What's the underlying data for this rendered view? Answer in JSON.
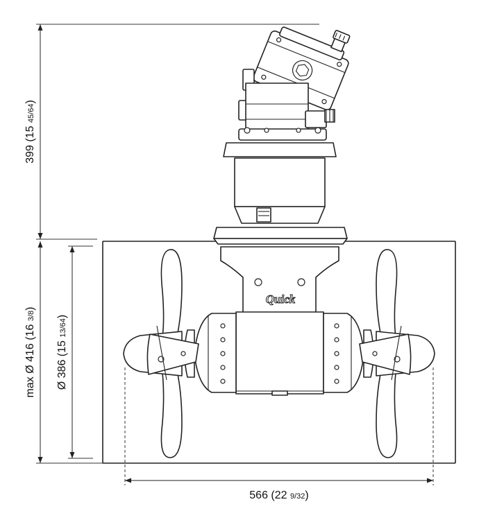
{
  "dimensions": {
    "height_total": {
      "main": "399 (15 ",
      "frac": "45/64",
      "close": ")"
    },
    "max_diameter": {
      "main": "max Ø 416 (16 ",
      "frac": "3/8",
      "close": ")"
    },
    "tunnel_diameter": {
      "main": "Ø 386 (15 ",
      "frac": "13/64",
      "close": ")"
    },
    "overall_width": {
      "main": "566 (22 ",
      "frac": "9/32",
      "close": ")"
    }
  },
  "logo": {
    "text": "Quick"
  },
  "colors": {
    "line": "#222222",
    "background": "#ffffff"
  }
}
